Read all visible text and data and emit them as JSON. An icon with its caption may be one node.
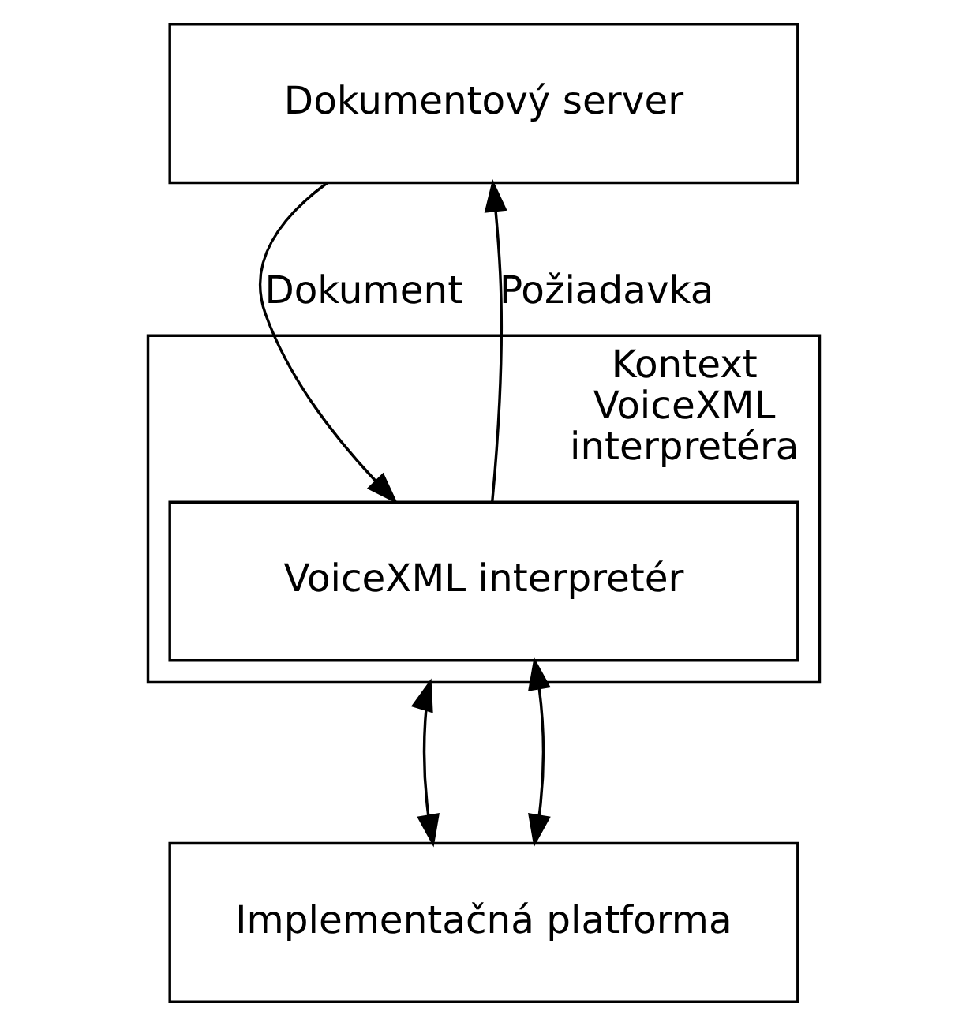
{
  "diagram": {
    "nodes": [
      {
        "text": [
          "Dokumentový server"
        ]
      },
      {
        "text": [
          "Kontext VoiceXML interpretéra"
        ]
      },
      {
        "text": [
          "VoiceXML interpretér"
        ],
        "in": 1
      },
      {
        "text": [
          "Implementačná platforma"
        ]
      }
    ],
    "edges": [
      {
        "from": 2,
        "to": 0,
        "arrow": "to",
        "label": "Požiadavka"
      },
      {
        "from": 0,
        "to": 2,
        "arrow": "to",
        "label": "Dokument"
      },
      {
        "from": 1,
        "to": 3,
        "arrow": "both"
      },
      {
        "from": 2,
        "to": 3,
        "arrow": "both"
      }
    ]
  }
}
